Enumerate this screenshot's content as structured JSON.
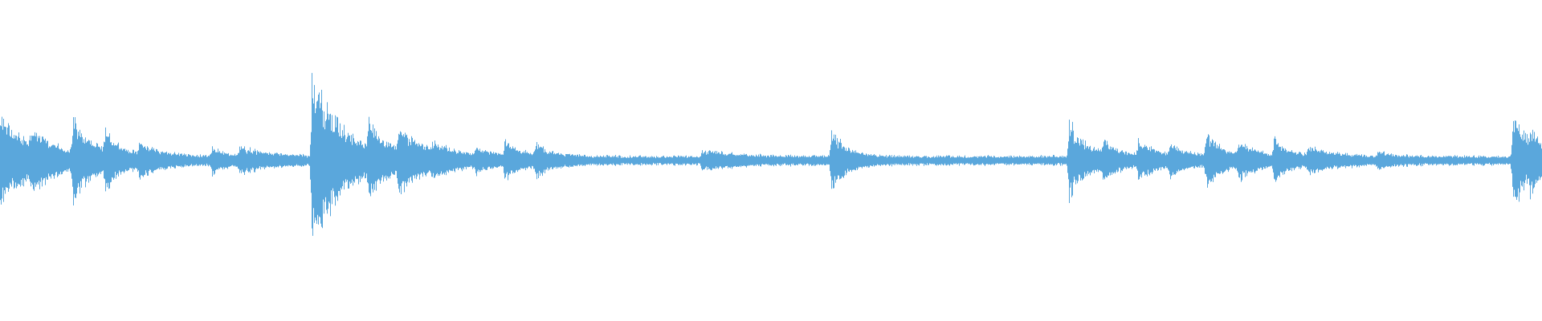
{
  "waveform": {
    "color": "#5aa7dc",
    "background": "#ffffff",
    "baseline_amplitude": 0.02,
    "noise_amplitude": 0.035,
    "transients": [
      {
        "t": 0.0,
        "amp": 0.3,
        "decay": 0.02
      },
      {
        "t": 0.02,
        "amp": 0.12,
        "decay": 0.015
      },
      {
        "t": 0.047,
        "amp": 0.25,
        "decay": 0.012
      },
      {
        "t": 0.068,
        "amp": 0.16,
        "decay": 0.01
      },
      {
        "t": 0.09,
        "amp": 0.09,
        "decay": 0.015
      },
      {
        "t": 0.137,
        "amp": 0.08,
        "decay": 0.008
      },
      {
        "t": 0.155,
        "amp": 0.07,
        "decay": 0.02
      },
      {
        "t": 0.202,
        "amp": 0.6,
        "decay": 0.02
      },
      {
        "t": 0.239,
        "amp": 0.2,
        "decay": 0.01
      },
      {
        "t": 0.258,
        "amp": 0.17,
        "decay": 0.018
      },
      {
        "t": 0.28,
        "amp": 0.06,
        "decay": 0.015
      },
      {
        "t": 0.308,
        "amp": 0.06,
        "decay": 0.01
      },
      {
        "t": 0.327,
        "amp": 0.1,
        "decay": 0.012
      },
      {
        "t": 0.347,
        "amp": 0.09,
        "decay": 0.01
      },
      {
        "t": 0.455,
        "amp": 0.05,
        "decay": 0.025
      },
      {
        "t": 0.539,
        "amp": 0.2,
        "decay": 0.01
      },
      {
        "t": 0.693,
        "amp": 0.26,
        "decay": 0.012
      },
      {
        "t": 0.715,
        "amp": 0.1,
        "decay": 0.01
      },
      {
        "t": 0.738,
        "amp": 0.12,
        "decay": 0.012
      },
      {
        "t": 0.758,
        "amp": 0.08,
        "decay": 0.012
      },
      {
        "t": 0.782,
        "amp": 0.18,
        "decay": 0.01
      },
      {
        "t": 0.803,
        "amp": 0.11,
        "decay": 0.012
      },
      {
        "t": 0.826,
        "amp": 0.12,
        "decay": 0.01
      },
      {
        "t": 0.848,
        "amp": 0.06,
        "decay": 0.02
      },
      {
        "t": 0.893,
        "amp": 0.04,
        "decay": 0.008
      },
      {
        "t": 0.981,
        "amp": 0.36,
        "decay": 0.01
      },
      {
        "t": 0.992,
        "amp": 0.12,
        "decay": 0.008
      }
    ]
  }
}
